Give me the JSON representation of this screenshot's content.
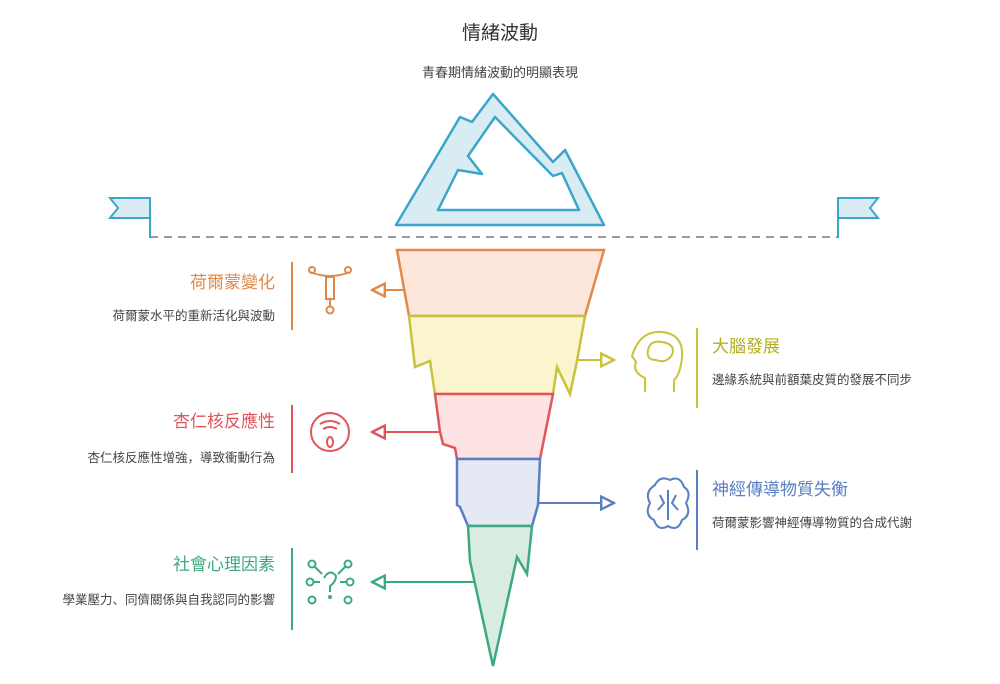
{
  "title": "情緒波動",
  "subtitle": "青春期情緒波動的明顯表現",
  "colors": {
    "orange": "#e0894a",
    "yellow": "#c9c23a",
    "red": "#e0545a",
    "blue": "#5a7fc0",
    "green": "#3daa7e",
    "ice": "#3aa6c9"
  },
  "items": [
    {
      "title": "荷爾蒙變化",
      "desc": "荷爾蒙水平的重新活化與波動",
      "icon": "hormone-icon"
    },
    {
      "title": "大腦發展",
      "desc": "邊緣系統與前額葉皮質的發展不同步",
      "icon": "brain-head-icon"
    },
    {
      "title": "杏仁核反應性",
      "desc": "杏仁核反應性增強，導致衝動行為",
      "icon": "surprised-face-icon"
    },
    {
      "title": "神經傳導物質失衡",
      "desc": "荷爾蒙影響神經傳導物質的合成代謝",
      "icon": "brain-icon"
    },
    {
      "title": "社會心理因素",
      "desc": "學業壓力、同儕關係與自我認同的影響",
      "icon": "network-question-icon"
    }
  ]
}
